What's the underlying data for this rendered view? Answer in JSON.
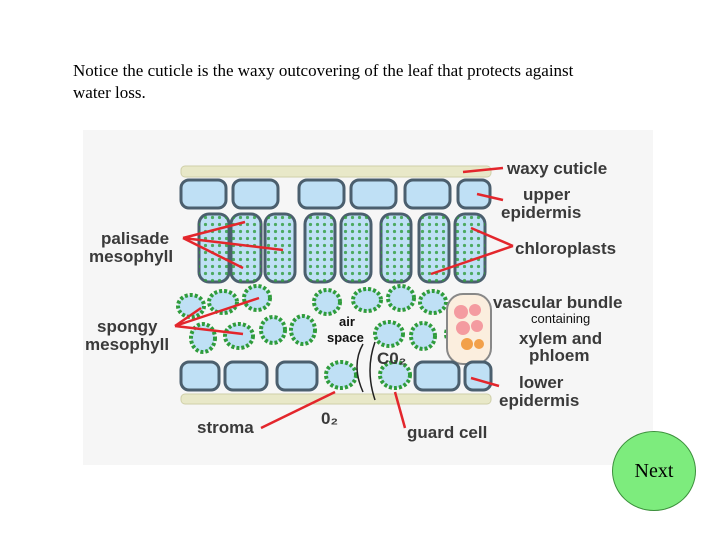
{
  "caption": {
    "line1": "Notice the cuticle is the waxy outcovering of the leaf that protects against",
    "line2": "water loss."
  },
  "diagram": {
    "labels": {
      "waxy_cuticle": "waxy cuticle",
      "upper": "upper",
      "epidermis_upper": "epidermis",
      "palisade": "palisade",
      "mesophyll_palisade": "mesophyll",
      "chloroplasts": "chloroplasts",
      "vascular_bundle": "vascular bundle",
      "containing": "containing",
      "spongy": "spongy",
      "mesophyll_spongy": "mesophyll",
      "air": "air",
      "space": "space",
      "co2": "C0₂",
      "xylem_and": "xylem and",
      "phloem": "phloem",
      "lower": "lower",
      "epidermis_lower": "epidermis",
      "stroma": "stroma",
      "o2": "0₂",
      "guard_cell": "guard cell"
    },
    "colors": {
      "arrow": "#e3262c",
      "cell_fill": "#bfe0f5",
      "cell_wall": "#4b5f6e",
      "chloroplast": "#2f9c3c",
      "cuticle": "#e8e8c8",
      "xylem": "#f2a04a",
      "phloem": "#f49ba0"
    }
  },
  "next_button": {
    "label": "Next",
    "color": "#7dec7d"
  }
}
